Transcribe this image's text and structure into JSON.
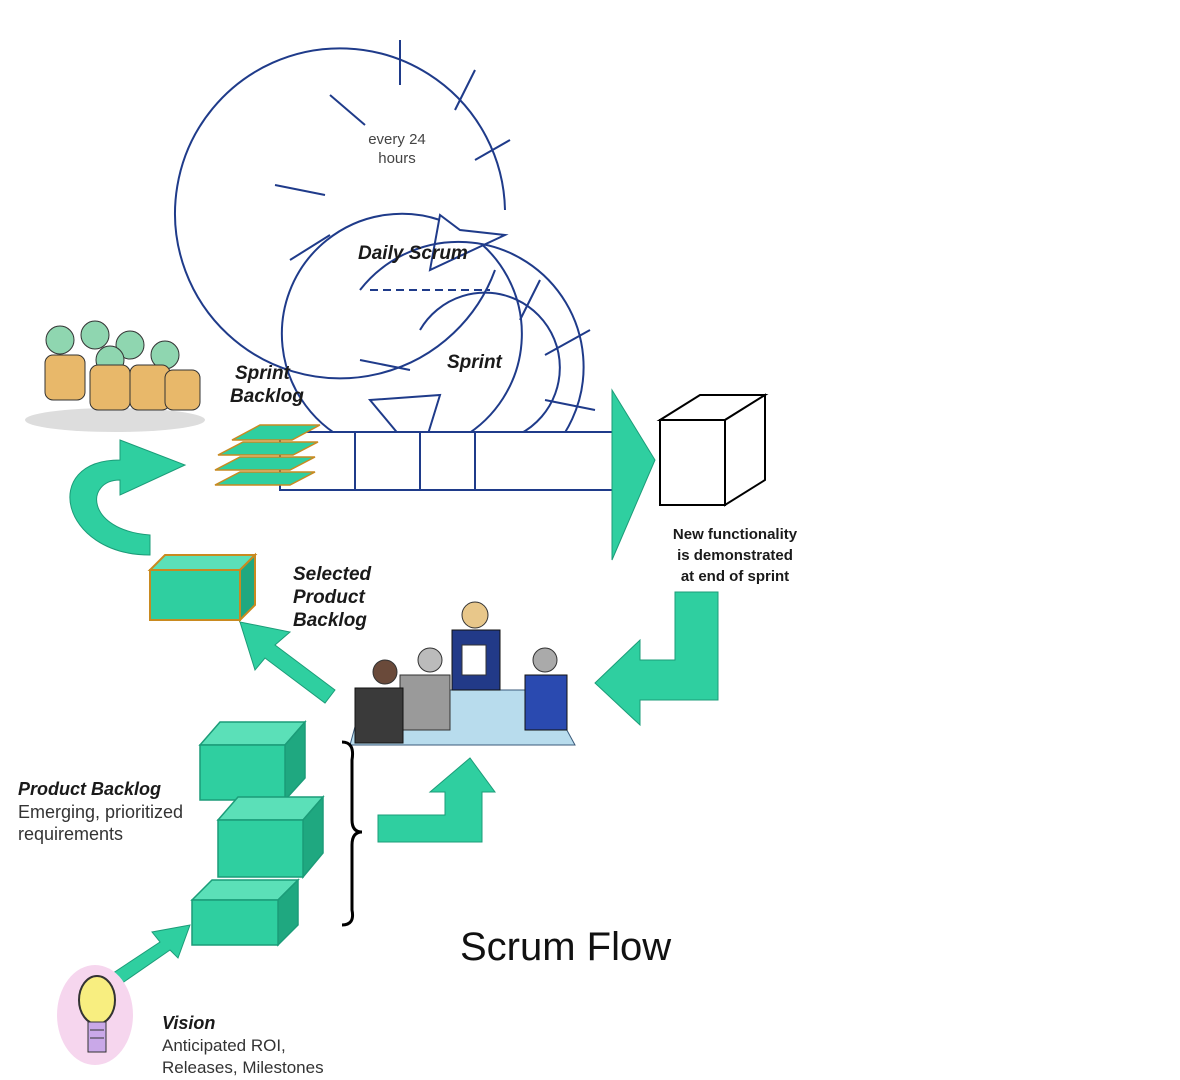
{
  "diagram": {
    "title": "Scrum Flow",
    "every24_line1": "every 24",
    "every24_line2": "hours",
    "daily_scrum": "Daily Scrum",
    "sprint": "Sprint",
    "sprint_backlog_line1": "Sprint",
    "sprint_backlog_line2": "Backlog",
    "selected_line1": "Selected",
    "selected_line2": "Product",
    "selected_line3": "Backlog",
    "new_func_line1": "New functionality",
    "new_func_line2": "is demonstrated",
    "new_func_line3": "at end of sprint",
    "product_backlog_title": "Product Backlog",
    "product_backlog_line1": "Emerging, prioritized",
    "product_backlog_line2": "requirements",
    "vision_title": "Vision",
    "vision_line1": "Anticipated ROI,",
    "vision_line2": "Releases, Milestones"
  },
  "colors": {
    "accent": "#2fcfa0",
    "outline": "#1f3b8a",
    "box_border": "#c98a20"
  }
}
